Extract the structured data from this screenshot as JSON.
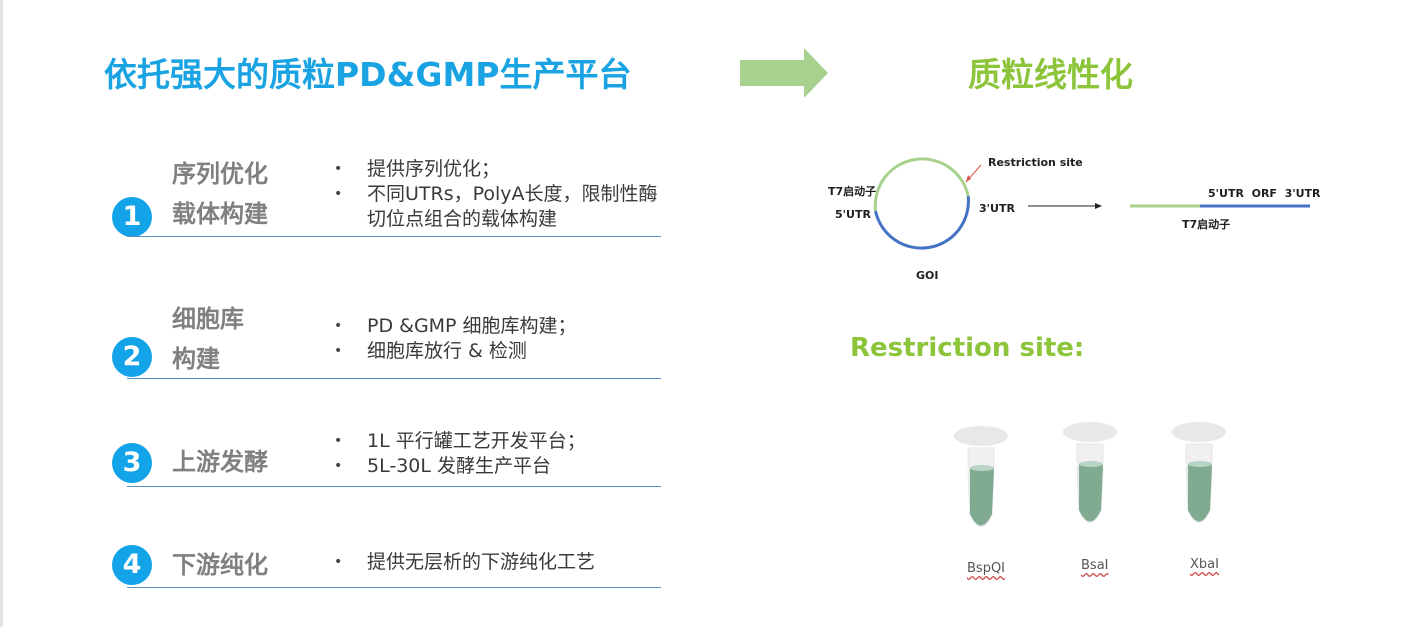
{
  "header": {
    "title": "依托强大的质粒PD&GMP生产平台",
    "right_title": "质粒线性化"
  },
  "colors": {
    "title_blue": "#1aa3e3",
    "accent_green": "#8cc43a",
    "circle_blue": "#12a3e8",
    "rule_blue": "#5b8fbf"
  },
  "steps": [
    {
      "number": "1",
      "title_lines": [
        "序列优化",
        "载体构建"
      ],
      "bullets": [
        "提供序列优化；",
        "不同UTRs，PolyA长度，限制性酶切位点组合的载体构建"
      ]
    },
    {
      "number": "2",
      "title_lines": [
        "细胞库",
        "构建"
      ],
      "bullets": [
        "PD &GMP 细胞库构建；",
        "细胞库放行 & 检测"
      ]
    },
    {
      "number": "3",
      "title_lines": [
        "上游发酵"
      ],
      "bullets": [
        "1L 平行罐工艺开发平台；",
        "5L-30L 发酵生产平台"
      ]
    },
    {
      "number": "4",
      "title_lines": [
        "下游纯化"
      ],
      "bullets": [
        "提供无层析的下游纯化工艺"
      ]
    }
  ],
  "diagram": {
    "restriction_site": "Restriction site",
    "t7_promoter": "T7启动子",
    "utr5": "5'UTR",
    "utr3": "3'UTR",
    "goi": "GOI",
    "linear_label": "5'UTR  ORF  3'UTR",
    "linear_t7": "T7启动子"
  },
  "restriction": {
    "title": "Restriction site:",
    "enzymes": [
      "BspQI",
      "BsaI",
      "XbaI"
    ]
  }
}
